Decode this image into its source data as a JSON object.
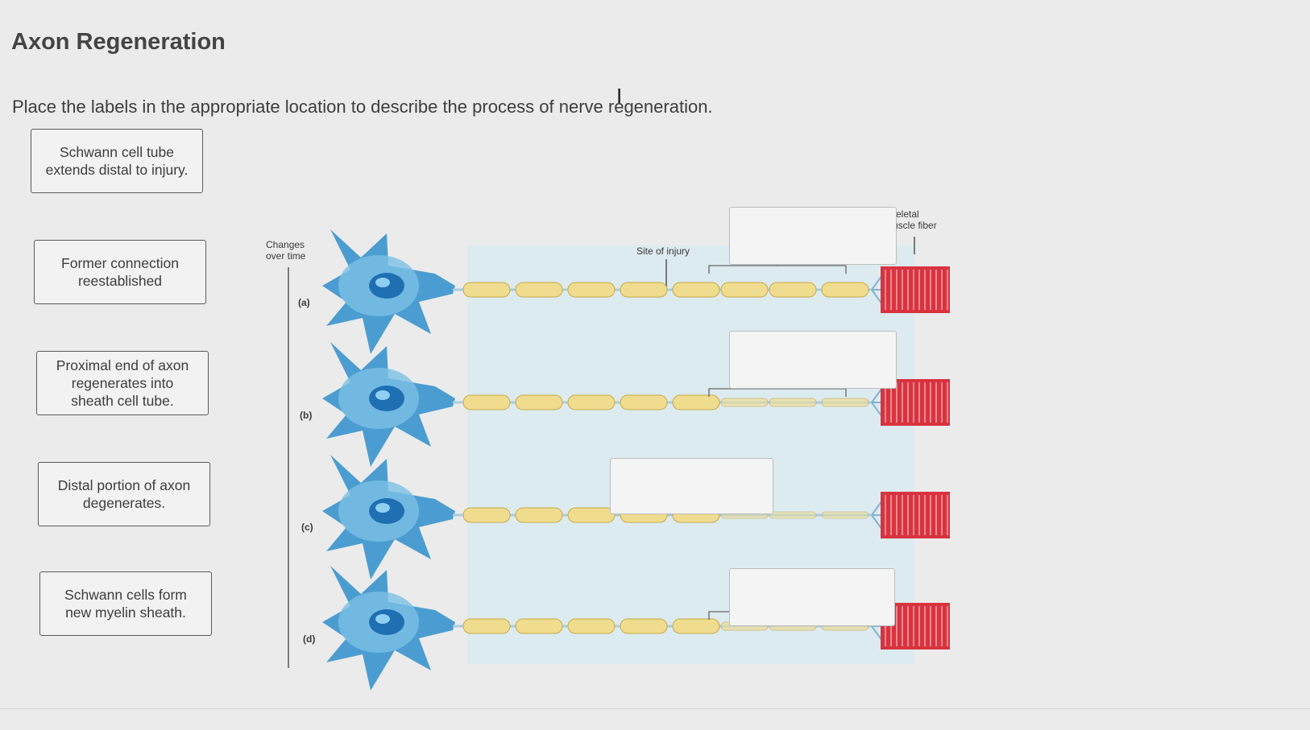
{
  "page": {
    "title": "Axon Regeneration",
    "instructions": "Place the labels in the appropriate location to describe the process of nerve regeneration."
  },
  "labels": [
    {
      "text": "Schwann cell tube\nextends distal to injury."
    },
    {
      "text": "Former connection\nreestablished"
    },
    {
      "text": "Proximal end of axon\nregenerates into\nsheath cell tube."
    },
    {
      "text": "Distal portion of axon\ndegenerates."
    },
    {
      "text": "Schwann cells form\nnew myelin sheath."
    }
  ],
  "diagram": {
    "changes_label": "Changes\nover time",
    "site_label": "Site of injury",
    "muscle_label": "Skeletal\nmuscle fiber",
    "stages": [
      "(a)",
      "(b)",
      "(c)",
      "(d)"
    ]
  },
  "colors": {
    "neuron": "#2f8fcc",
    "myelin": "#f0dc8e",
    "muscle": "#d8333f",
    "background_wash": "#dcebef"
  }
}
